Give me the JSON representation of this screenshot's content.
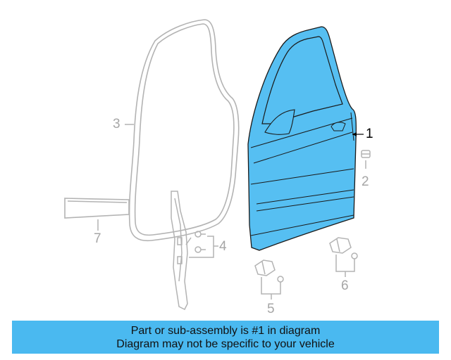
{
  "callouts": {
    "part_1": "1",
    "part_2": "2",
    "part_3": "3",
    "part_4": "4",
    "part_5": "5",
    "part_6": "6",
    "part_7": "7"
  },
  "banner": {
    "line1": "Part or sub-assembly is #1 in diagram",
    "line2": "Diagram may not be specific to your vehicle"
  },
  "colors": {
    "highlight": "#4ab9f0",
    "door_fill": "#56bff2",
    "faded_lines": "#b3b3b3",
    "banner_bg": "#4ab9f0"
  }
}
